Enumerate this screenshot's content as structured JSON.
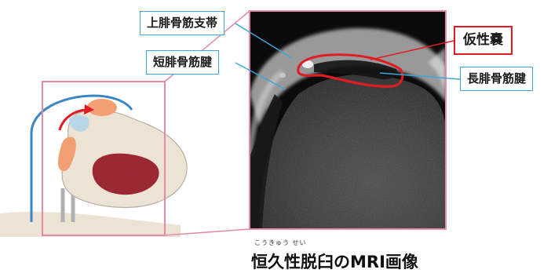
{
  "labels": {
    "superior_peroneal_retinaculum": "上腓骨筋支帯",
    "peroneus_brevis_tendon": "短腓骨筋腱",
    "pseudo_pouch": "仮性嚢",
    "peroneus_longus_tendon": "長腓骨筋腱"
  },
  "caption": {
    "text": "恒久性脱臼のMRI画像",
    "ruby": "こうきゅう せい"
  },
  "colors": {
    "frame_pink": "#e48aa8",
    "leader_blue": "#3ea5d8",
    "pouch_red": "#e11b22",
    "bone": "#ece3d5",
    "marrow": "#9a1f2a",
    "tendon_orange": "#f2a073",
    "retinaculum_blue": "#3a87c8"
  }
}
